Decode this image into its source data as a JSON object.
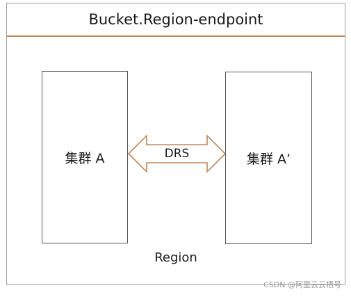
{
  "header": {
    "title": "Bucket.Region-endpoint"
  },
  "clusters": [
    {
      "label": "集群 A"
    },
    {
      "label": "集群 A’"
    }
  ],
  "link": {
    "label": "DRS"
  },
  "region": {
    "label": "Region"
  },
  "watermark": {
    "text": "CSDN @阿里云云栖号"
  },
  "colors": {
    "header_divider": "#c0875a",
    "arrow_stroke": "#c0875a",
    "outer_border": "#a0a0a0",
    "cluster_border": "#555555"
  }
}
